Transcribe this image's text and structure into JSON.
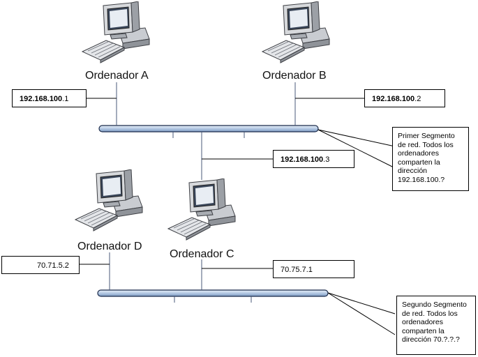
{
  "computers": {
    "a": {
      "label": "Ordenador A"
    },
    "b": {
      "label": "Ordenador B"
    },
    "c": {
      "label": "Ordenador C"
    },
    "d": {
      "label": "Ordenador D"
    }
  },
  "addresses": {
    "a": {
      "bold": "192.168.100",
      "rest": ".1"
    },
    "b": {
      "bold": "192.168.100",
      "rest": ".2"
    },
    "c1": {
      "bold": "192.168.100",
      "rest": ".3"
    },
    "c2": {
      "bold": "",
      "rest": "70.75.7.1"
    },
    "d": {
      "bold": "",
      "rest": "70.71.5.2"
    }
  },
  "segments": {
    "first": {
      "note": "Primer Segmento de red. Todos los ordenadores comparten la dirección 192.168.100.?"
    },
    "second": {
      "note": "Segundo Segmento de red. Todos los ordenadores comparten la dirección 70.?.?.?"
    }
  }
}
